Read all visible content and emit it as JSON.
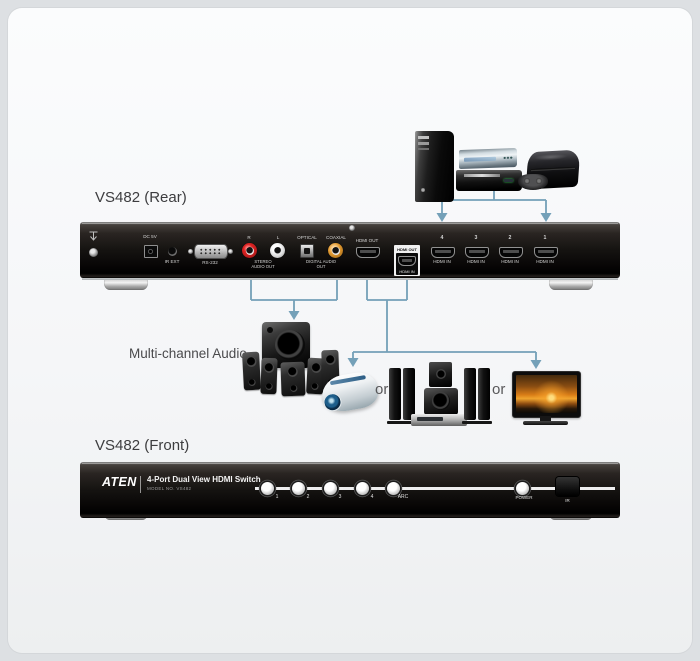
{
  "canvas": {
    "bg": "#dde0e3",
    "panel_bg": "#f6f7f8",
    "line_color": "#74a0b8",
    "device_black": "#0a0a0a"
  },
  "labels": {
    "rear_section": "VS482 (Rear)",
    "front_section": "VS482 (Front)",
    "multichannel_audio": "Multi-channel Audio",
    "or_1": "or",
    "or_2": "or"
  },
  "rear_panel": {
    "power_jack": "DC 5V",
    "ir_ext": "IR EXT",
    "rs232": "RS-232",
    "stereo_r": "R",
    "stereo_l": "L",
    "stereo_out": "STEREO AUDIO OUT",
    "optical": "OPTICAL",
    "coaxial": "COAXIAL",
    "digital_out": "DIGITAL AUDIO OUT",
    "hdmi_out_a": "HDMI OUT",
    "hdmi_out_b_top": "HDMI OUT",
    "hdmi_out_b_bottom": "HDMI IN",
    "hdmi_in_ports": [
      {
        "num": "4",
        "label": "HDMI IN"
      },
      {
        "num": "3",
        "label": "HDMI IN"
      },
      {
        "num": "2",
        "label": "HDMI IN"
      },
      {
        "num": "1",
        "label": "HDMI IN"
      }
    ]
  },
  "front_panel": {
    "brand": "ATEN",
    "product_name": "4-Port Dual View HDMI Switch",
    "model": "MODEL NO. VS482",
    "port_buttons": [
      {
        "label": "1"
      },
      {
        "label": "2"
      },
      {
        "label": "3"
      },
      {
        "label": "4"
      },
      {
        "label": "ARC"
      }
    ],
    "power": "POWER",
    "ir": "IR"
  },
  "devices": {
    "sources": [
      "computer-tower",
      "dvd-player",
      "blu-ray-player",
      "game-console",
      "game-controller"
    ],
    "audio_output": "multichannel-speaker-system",
    "video_outputs": [
      "projector",
      "home-theater-speakers",
      "tv"
    ]
  }
}
